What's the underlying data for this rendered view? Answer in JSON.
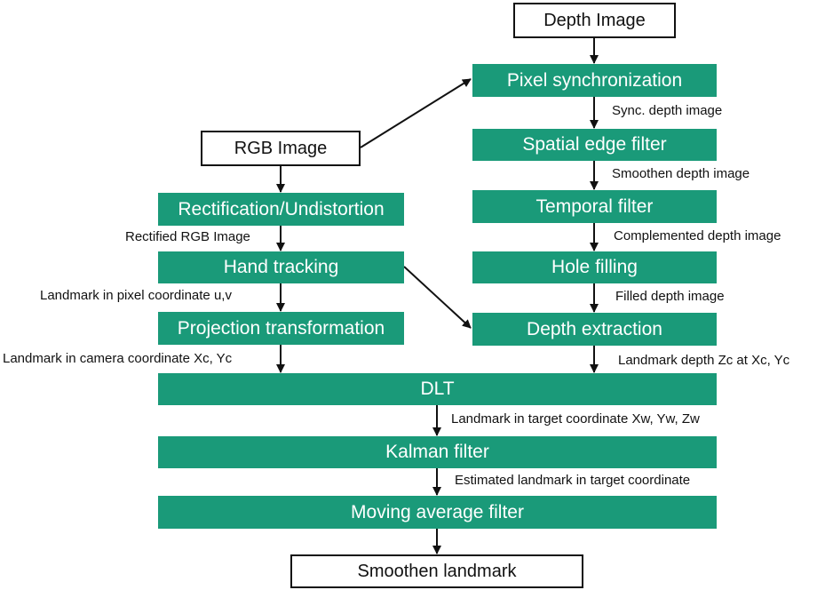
{
  "nodes": {
    "depth_image": "Depth Image",
    "rgb_image": "RGB Image",
    "pixel_sync": "Pixel synchronization",
    "spatial_edge": "Spatial edge filter",
    "temporal": "Temporal filter",
    "hole_filling": "Hole filling",
    "depth_extraction": "Depth extraction",
    "rectification": "Rectification/Undistortion",
    "hand_tracking": "Hand tracking",
    "projection": "Projection transformation",
    "dlt": "DLT",
    "kalman": "Kalman filter",
    "moving_avg": "Moving average filter",
    "smoothen_landmark": "Smoothen landmark"
  },
  "edge_labels": {
    "sync_depth": "Sync. depth image",
    "smoothen_depth": "Smoothen depth image",
    "complemented_depth": "Complemented depth image",
    "filled_depth": "Filled depth image",
    "landmark_depth": "Landmark depth Zc at Xc, Yc",
    "rectified_rgb": "Rectified RGB Image",
    "landmark_pixel": "Landmark in pixel coordinate u,v",
    "landmark_camera": "Landmark in camera coordinate Xc, Yc",
    "landmark_target": "Landmark in target coordinate Xw, Yw, Zw",
    "estimated_landmark": "Estimated landmark in target coordinate"
  },
  "colors": {
    "process_box": "#1a9a79",
    "io_box_border": "#111111",
    "arrow": "#111111"
  }
}
